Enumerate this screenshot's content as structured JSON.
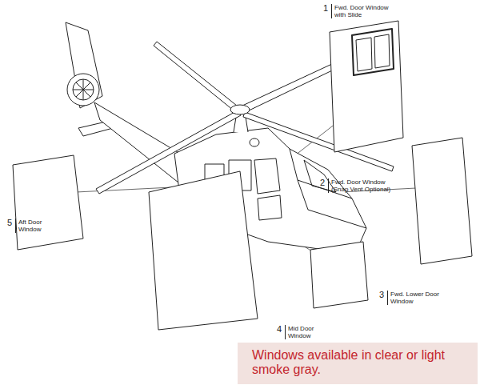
{
  "diagram": {
    "nodes": [
      {
        "text": [
          "Windows available in clear or light smoke gray."
        ]
      }
    ],
    "labels": [
      "1",
      "Fwd. Door Window with Slide",
      "2",
      "Fwd. Door Window (Snap Vent Optional)",
      "5",
      "Aft Door Window",
      "4",
      "Mid Door Window",
      "3",
      "Fwd. Lower Door Window"
    ]
  }
}
